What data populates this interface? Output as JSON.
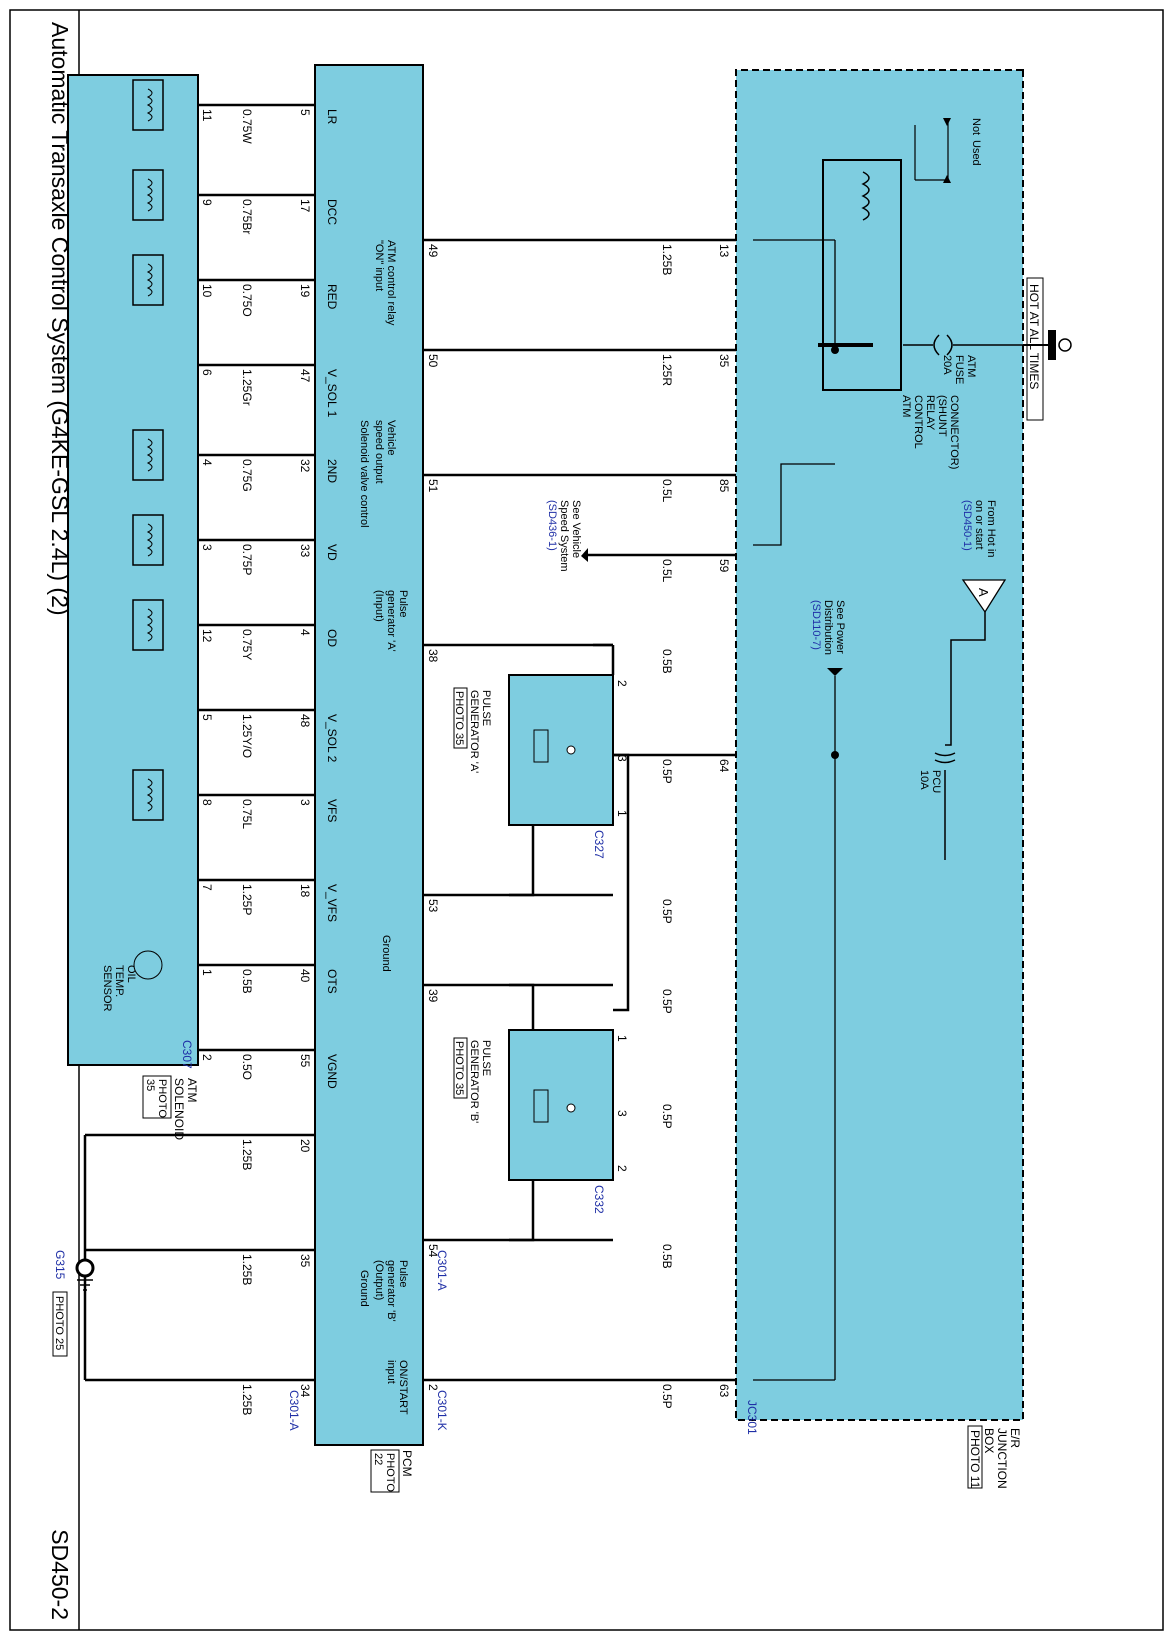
{
  "header": {
    "title": "Automatic Transaxle Control System (G4KE-GSL 2.4L) (2)",
    "page_code": "SD450-2"
  },
  "colors": {
    "component_fill": "#7ecde0",
    "wire": "#000000",
    "reference_text": "#1f2fa6"
  },
  "junction_box": {
    "name_lines": [
      "E/R",
      "JUNCTION",
      "BOX"
    ],
    "photo": "PHOTO 11",
    "hot_label": "HOT AT ALL TIMES",
    "atm_fuse": [
      "ATM",
      "FUSE",
      "20A"
    ],
    "pcu_fuse": [
      "PCU",
      "10A"
    ],
    "relay_lines": [
      "ATM",
      "CONTROL",
      "RELAY",
      "(SHUNT",
      "CONNECTOR)"
    ],
    "not_used": [
      "Not",
      "Used"
    ],
    "from_hot": [
      "From Hot in",
      "on or start"
    ],
    "from_hot_ref": "(SD450-1)",
    "connector_a": "A",
    "power_dist": [
      "See Power",
      "Distribution"
    ],
    "power_dist_ref": "(SD110-7)",
    "connector_id": "JC301"
  },
  "pcm": {
    "name": "PCM",
    "photo_lines": [
      "PHOTO",
      "22"
    ],
    "upper_pins": [
      {
        "pin": "49",
        "label": ""
      },
      {
        "pin": "50",
        "label": ""
      },
      {
        "pin": "51",
        "label": ""
      },
      {
        "pin": "38",
        "label": ""
      },
      {
        "pin": "53",
        "label": ""
      },
      {
        "pin": "39",
        "label": ""
      },
      {
        "pin": "54",
        "label": ""
      },
      {
        "pin": "2",
        "label": ""
      }
    ],
    "lower_pins": [
      {
        "pin": "5",
        "label": "LR"
      },
      {
        "pin": "17",
        "label": "DCC"
      },
      {
        "pin": "19",
        "label": "RED"
      },
      {
        "pin": "47",
        "label": "V_SOL 1"
      },
      {
        "pin": "32",
        "label": "2ND"
      },
      {
        "pin": "33",
        "label": "VD"
      },
      {
        "pin": "4",
        "label": "OD"
      },
      {
        "pin": "48",
        "label": "V_SOL 2"
      },
      {
        "pin": "3",
        "label": "VFS"
      },
      {
        "pin": "18",
        "label": "V_VFS"
      },
      {
        "pin": "40",
        "label": "OTS"
      },
      {
        "pin": "55",
        "label": "VGND"
      },
      {
        "pin": "20",
        "label": ""
      },
      {
        "pin": "35",
        "label": ""
      },
      {
        "pin": "34",
        "label": ""
      }
    ],
    "descriptions": {
      "relay_on": [
        "ATM control relay",
        "\"ON\" input"
      ],
      "speed_out": [
        "Vehicle",
        "speed output"
      ],
      "pulse_a": [
        "Pulse",
        "generator 'A'",
        "(Input)"
      ],
      "ground_mid": "Ground",
      "pulse_b": [
        "Pulse",
        "generator 'B'",
        "(Output)"
      ],
      "on_start": [
        "ON/START",
        "input"
      ],
      "solenoid_ctrl": "Solenoid valve control",
      "ground_low": "Ground"
    },
    "connector_ids": {
      "upper_a": "C301-A",
      "upper_k": "C301-K",
      "lower_a": "C301-A"
    }
  },
  "wires_upper": [
    {
      "pin_jc": "13",
      "wire": "1.25B",
      "pin_pcm": "49"
    },
    {
      "pin_jc": "35",
      "wire": "1.25R",
      "pin_pcm": "50"
    },
    {
      "pin_jc": "85",
      "wire": "0.5L",
      "pin_pcm": "51"
    },
    {
      "pin_jc": "59",
      "wire": "0.5L"
    },
    {
      "wire": "0.5B",
      "pin_pcm": "38"
    },
    {
      "pin_jc": "64",
      "wire": "0.5P"
    },
    {
      "wire": "0.5P",
      "pin_pcm": "53"
    },
    {
      "wire": "0.5P",
      "pin_pcm": "39"
    },
    {
      "wire": "0.5P"
    },
    {
      "wire": "0.5B",
      "pin_pcm": "54"
    },
    {
      "pin_jc": "63",
      "wire": "0.5P",
      "pin_pcm": "2"
    }
  ],
  "see_vehicle_speed": [
    "See Vehicle",
    "Speed System"
  ],
  "see_vehicle_speed_ref": "(SD436-1)",
  "pulse_gen_a": {
    "name_lines": [
      "PULSE",
      "GENERATOR 'A'"
    ],
    "photo": "PHOTO 35",
    "connector_id": "C327",
    "pins": [
      "2",
      "3",
      "1"
    ]
  },
  "pulse_gen_b": {
    "name_lines": [
      "PULSE",
      "GENERATOR 'B'"
    ],
    "photo": "PHOTO 35",
    "connector_id": "C332",
    "pins": [
      "1",
      "3",
      "2"
    ]
  },
  "solenoid_wires": [
    {
      "sol_pin": "11",
      "wire": "0.75W"
    },
    {
      "sol_pin": "9",
      "wire": "0.75Br"
    },
    {
      "sol_pin": "10",
      "wire": "0.75O"
    },
    {
      "sol_pin": "6",
      "wire": "1.25Gr"
    },
    {
      "sol_pin": "4",
      "wire": "0.75G"
    },
    {
      "sol_pin": "3",
      "wire": "0.75P"
    },
    {
      "sol_pin": "12",
      "wire": "0.75Y"
    },
    {
      "sol_pin": "5",
      "wire": "1.25Y/O"
    },
    {
      "sol_pin": "8",
      "wire": "0.75L"
    },
    {
      "sol_pin": "7",
      "wire": "1.25P"
    },
    {
      "sol_pin": "1",
      "wire": "0.5B"
    },
    {
      "sol_pin": "2",
      "wire": "0.5O"
    }
  ],
  "atm_solenoid": {
    "name_lines": [
      "ATM",
      "SOLENOID"
    ],
    "photo_lines": [
      "PHOTO",
      "35"
    ],
    "connector_id": "C307",
    "oil_sensor_lines": [
      "OIL",
      "TEMP.",
      "SENSOR"
    ]
  },
  "ground_wires": [
    "1.25B",
    "1.25B",
    "1.25B"
  ],
  "ground_point": {
    "id": "G315",
    "photo": "PHOTO 25"
  }
}
